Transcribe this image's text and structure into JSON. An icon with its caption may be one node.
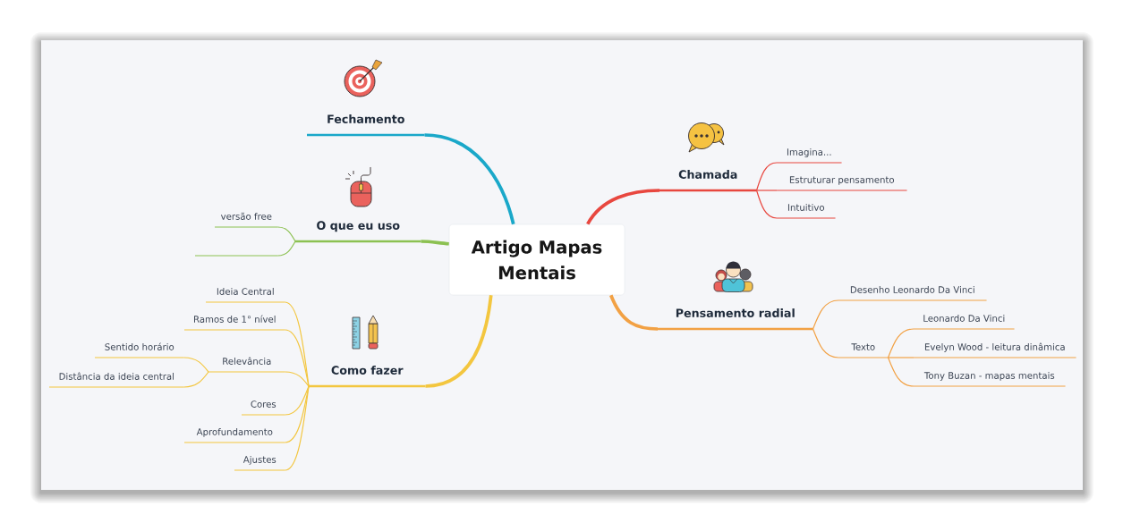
{
  "diagram": {
    "nodes": [
      {
        "text": [
          "Artigo Mapas Mentais"
        ]
      },
      {
        "text": [
          "Fechamento"
        ]
      },
      {
        "text": [
          "O que eu uso"
        ]
      },
      {
        "text": [
          "versão free"
        ]
      },
      {
        "text": [],
        "shape": "line"
      },
      {
        "text": [
          "Como fazer"
        ]
      },
      {
        "text": [
          "Ideia Central"
        ]
      },
      {
        "text": [
          "Ramos de 1° nível"
        ]
      },
      {
        "text": [
          "Relevância"
        ]
      },
      {
        "text": [
          "Sentido horário"
        ]
      },
      {
        "text": [
          "Distância da ideia central"
        ]
      },
      {
        "text": [
          "Cores"
        ]
      },
      {
        "text": [
          "Aprofundamento"
        ]
      },
      {
        "text": [
          "Ajustes"
        ]
      },
      {
        "text": [
          "Chamada"
        ]
      },
      {
        "text": [
          "Imagina..."
        ]
      },
      {
        "text": [
          "Estruturar pensamento"
        ]
      },
      {
        "text": [
          "Intuitivo"
        ]
      },
      {
        "text": [
          "Pensamento radial"
        ]
      },
      {
        "text": [
          "Desenho Leonardo Da Vinci"
        ]
      },
      {
        "text": [
          "Texto"
        ]
      },
      {
        "text": [
          "Leonardo Da Vinci"
        ]
      },
      {
        "text": [
          "Evelyn Wood - leitura dinâmica"
        ]
      },
      {
        "text": [
          "Tony Buzan - mapas mentais"
        ]
      }
    ],
    "edges": [
      {
        "from": 0,
        "to": 1,
        "arrow": "none",
        "style": "thick",
        "color": "#1aa8c9"
      },
      {
        "from": 0,
        "to": 2,
        "arrow": "none",
        "style": "thick",
        "color": "#8cc152"
      },
      {
        "from": 2,
        "to": 3,
        "arrow": "none",
        "color": "#8cc152"
      },
      {
        "from": 2,
        "to": 4,
        "arrow": "none",
        "color": "#8cc152"
      },
      {
        "from": 0,
        "to": 5,
        "arrow": "none",
        "style": "thick"
      },
      {
        "from": 5,
        "to": 6,
        "arrow": "none"
      },
      {
        "from": 5,
        "to": 7,
        "arrow": "none"
      },
      {
        "from": 5,
        "to": 8,
        "arrow": "none"
      },
      {
        "from": 8,
        "to": 9,
        "arrow": "none"
      },
      {
        "from": 8,
        "to": 10,
        "arrow": "none"
      },
      {
        "from": 5,
        "to": 11,
        "arrow": "none"
      },
      {
        "from": 5,
        "to": 12,
        "arrow": "none"
      },
      {
        "from": 5,
        "to": 13,
        "arrow": "none"
      },
      {
        "from": 0,
        "to": 14,
        "arrow": "none",
        "style": "thick",
        "color": "#e8473f"
      },
      {
        "from": 14,
        "to": 15,
        "arrow": "none",
        "color": "#e8473f"
      },
      {
        "from": 14,
        "to": 16,
        "arrow": "none",
        "color": "#e8473f"
      },
      {
        "from": 14,
        "to": 17,
        "arrow": "none",
        "color": "#e8473f"
      },
      {
        "from": 0,
        "to": 18,
        "arrow": "none",
        "style": "thick",
        "color": "#f2a144"
      },
      {
        "from": 18,
        "to": 19,
        "arrow": "none",
        "color": "#f2a144"
      },
      {
        "from": 18,
        "to": 20,
        "arrow": "none",
        "color": "#f2a144"
      },
      {
        "from": 20,
        "to": 21,
        "arrow": "none",
        "color": "#f2a144"
      },
      {
        "from": 20,
        "to": 22,
        "arrow": "none",
        "color": "#f2a144"
      },
      {
        "from": 20,
        "to": 23,
        "arrow": "none",
        "color": "#f2a144"
      }
    ]
  }
}
